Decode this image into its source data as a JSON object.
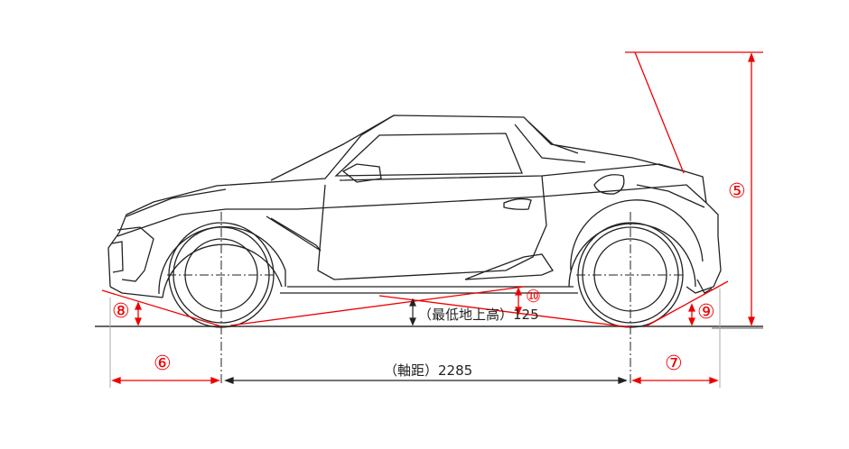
{
  "labels": {
    "ground_clearance": "（最低地上高）125",
    "wheelbase": "（軸距）2285"
  },
  "markers": {
    "height": "⑤",
    "front_overhang": "⑥",
    "rear_overhang": "⑦",
    "approach_angle": "⑧",
    "departure_angle": "⑨",
    "breakover_angle": "⑩"
  },
  "colors": {
    "dimension": "#e00000",
    "outline": "#222222"
  }
}
